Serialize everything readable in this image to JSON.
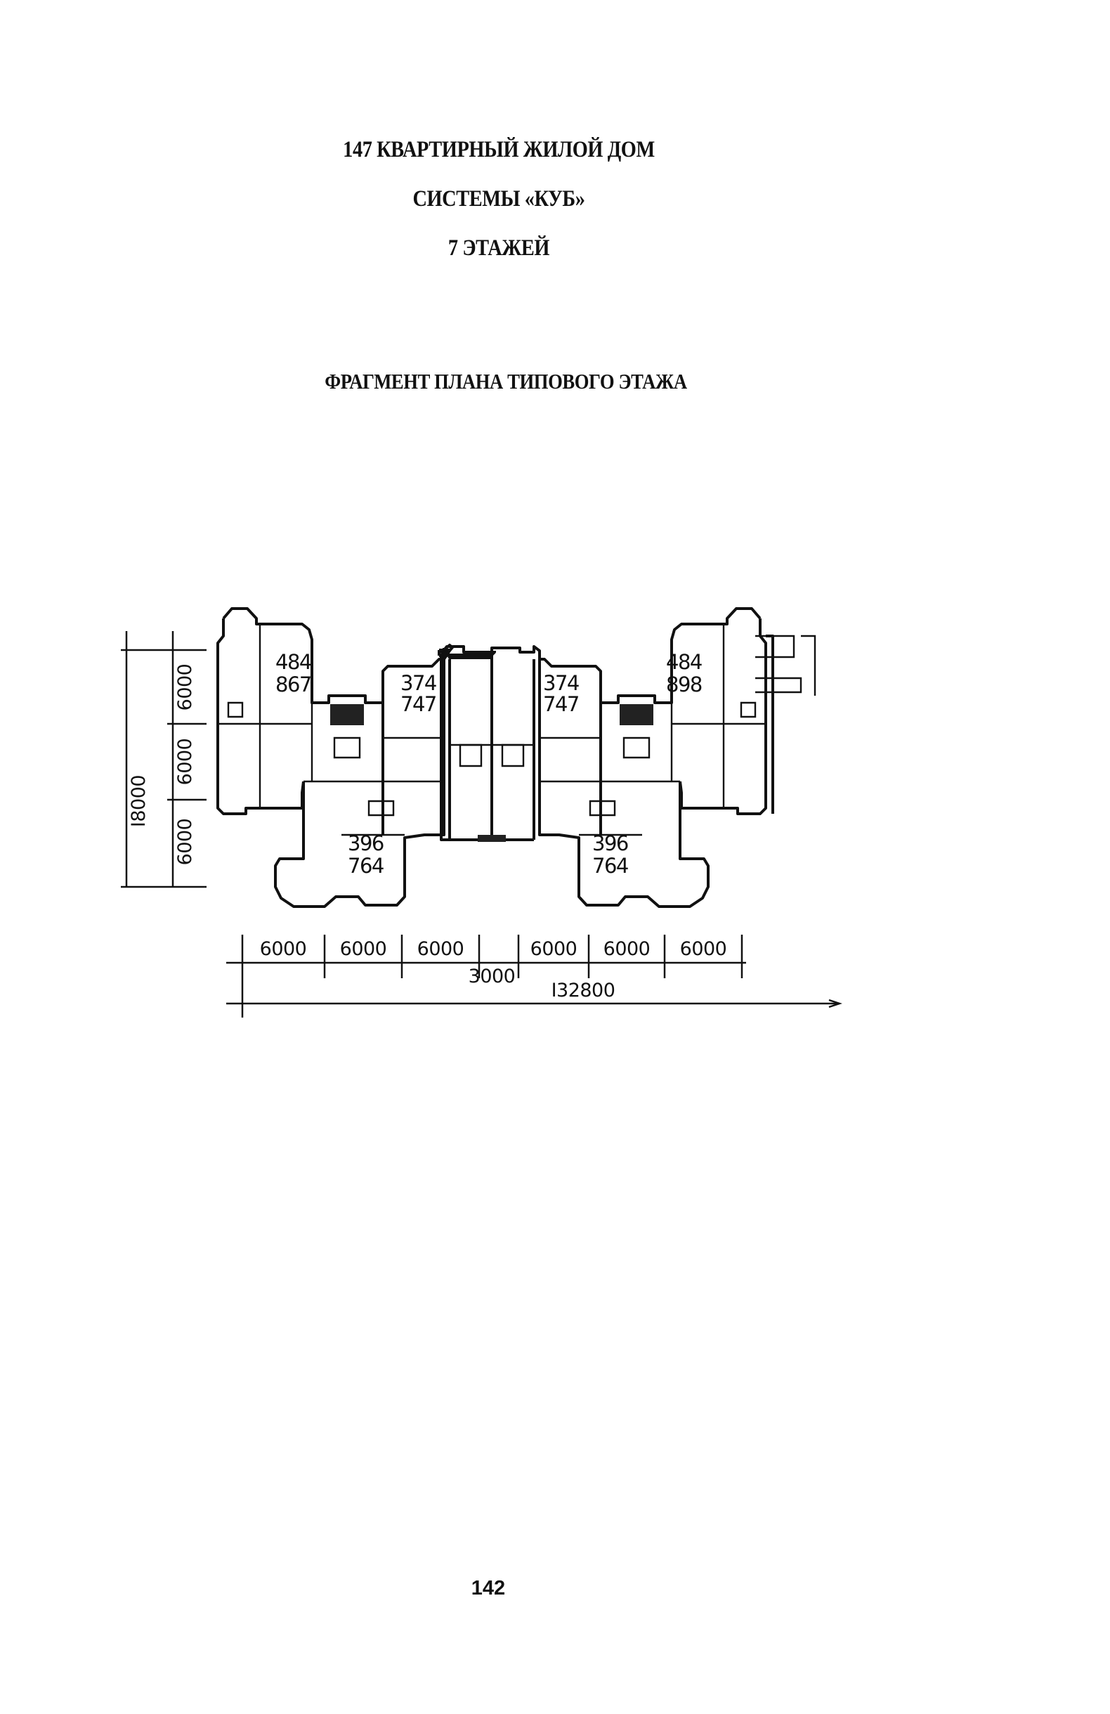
{
  "title": {
    "line1": "147 КВАРТИРНЫЙ ЖИЛОЙ ДОМ",
    "line2": "СИСТЕМЫ «КУБ»",
    "line3": "7 ЭТАЖЕЙ"
  },
  "subtitle": "ФРАГМЕНТ ПЛАНА ТИПОВОГО ЭТАЖА",
  "apartments": [
    {
      "living": "484",
      "total": "867"
    },
    {
      "living": "374",
      "total": "747"
    },
    {
      "living": "374",
      "total": "747"
    },
    {
      "living": "484",
      "total": "898"
    },
    {
      "living": "396",
      "total": "764"
    },
    {
      "living": "396",
      "total": "764"
    }
  ],
  "vertical_dims": {
    "total": "I8000",
    "segments": [
      "6000",
      "6000",
      "6000"
    ]
  },
  "horizontal_dims": {
    "segments": [
      "6000",
      "6000",
      "6000",
      "6000",
      "6000",
      "6000"
    ],
    "middle": "3000",
    "total": "I32800"
  },
  "page_number": "142"
}
